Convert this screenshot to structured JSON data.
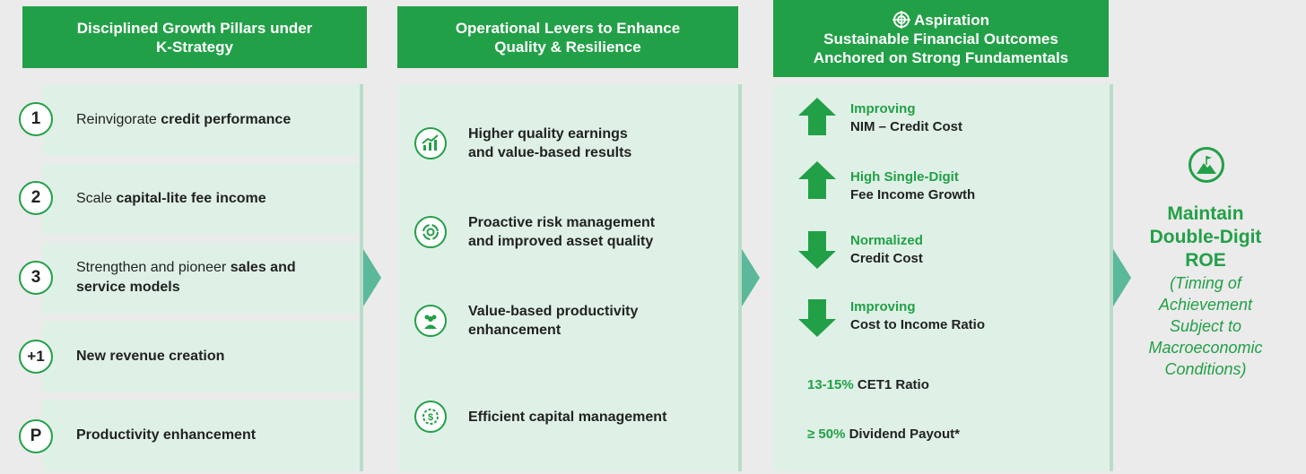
{
  "headers": {
    "pillars": [
      "Disciplined Growth Pillars under",
      "K-Strategy"
    ],
    "levers": [
      "Operational Levers to Enhance",
      "Quality & Resilience"
    ],
    "aspiration_title": "Aspiration",
    "aspiration_lines": [
      "Sustainable Financial Outcomes",
      "Anchored on Strong Fundamentals"
    ]
  },
  "pillars": [
    {
      "num": "1",
      "pre": "Reinvigorate ",
      "bold": "credit performance",
      "post": ""
    },
    {
      "num": "2",
      "pre": "Scale ",
      "bold": "capital-lite fee income",
      "post": ""
    },
    {
      "num": "3",
      "pre": "Strengthen and pioneer ",
      "bold": "sales and service models",
      "post": ""
    },
    {
      "num": "+1",
      "pre": "",
      "bold": "New revenue creation",
      "post": ""
    },
    {
      "num": "P",
      "pre": "",
      "bold": "Productivity enhancement",
      "post": ""
    }
  ],
  "levers": [
    {
      "icon": "growth-chart-icon",
      "line1": "Higher quality earnings",
      "line2": "and value-based results"
    },
    {
      "icon": "risk-cycle-icon",
      "line1": "Proactive risk management",
      "line2": "and improved asset quality"
    },
    {
      "icon": "people-gear-icon",
      "line1": "Value-based productivity",
      "line2": "enhancement"
    },
    {
      "icon": "dollar-gear-icon",
      "line1": "Efficient capital management",
      "line2": ""
    }
  ],
  "aspirations": [
    {
      "direction": "up",
      "line1": "Improving",
      "line2": "NIM – Credit Cost"
    },
    {
      "direction": "up",
      "line1": "High Single-Digit",
      "line2": "Fee Income Growth"
    },
    {
      "direction": "down",
      "line1": "Normalized",
      "line2": "Credit Cost"
    },
    {
      "direction": "down",
      "line1": "Improving",
      "line2": "Cost to Income Ratio"
    }
  ],
  "kpis": [
    {
      "value": "13-15%",
      "label": " CET1 Ratio"
    },
    {
      "value": "≥ 50%",
      "label": " Dividend Payout*"
    }
  ],
  "outcome": {
    "icon": "mountain-flag-icon",
    "title_lines": [
      "Maintain",
      "Double-Digit",
      "ROE"
    ],
    "note_lines": [
      "(Timing of",
      "Achievement",
      "Subject to",
      "Macroeconomic",
      "Conditions)"
    ]
  },
  "colors": {
    "accent": "#22a047",
    "panel": "#dff1e6",
    "chevron": "#5bb89a"
  }
}
